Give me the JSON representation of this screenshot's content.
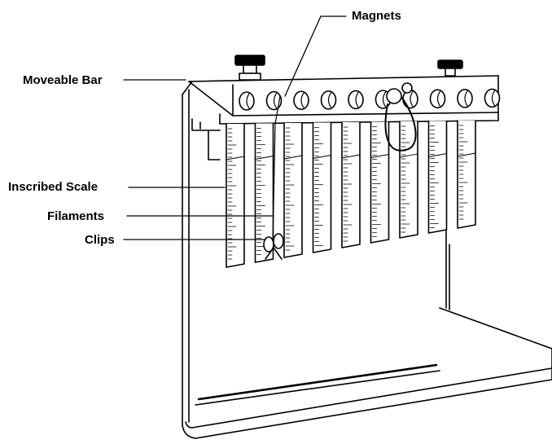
{
  "labels": {
    "magnets": "Magnets",
    "moveable_bar": "Moveable Bar",
    "inscribed_scale": "Inscribed Scale",
    "filaments": "Filaments",
    "clips": "Clips"
  },
  "colors": {
    "ink": "#000000",
    "paper": "#ffffff"
  },
  "strips": {
    "count": 9
  },
  "magnets": {
    "count": 10
  }
}
